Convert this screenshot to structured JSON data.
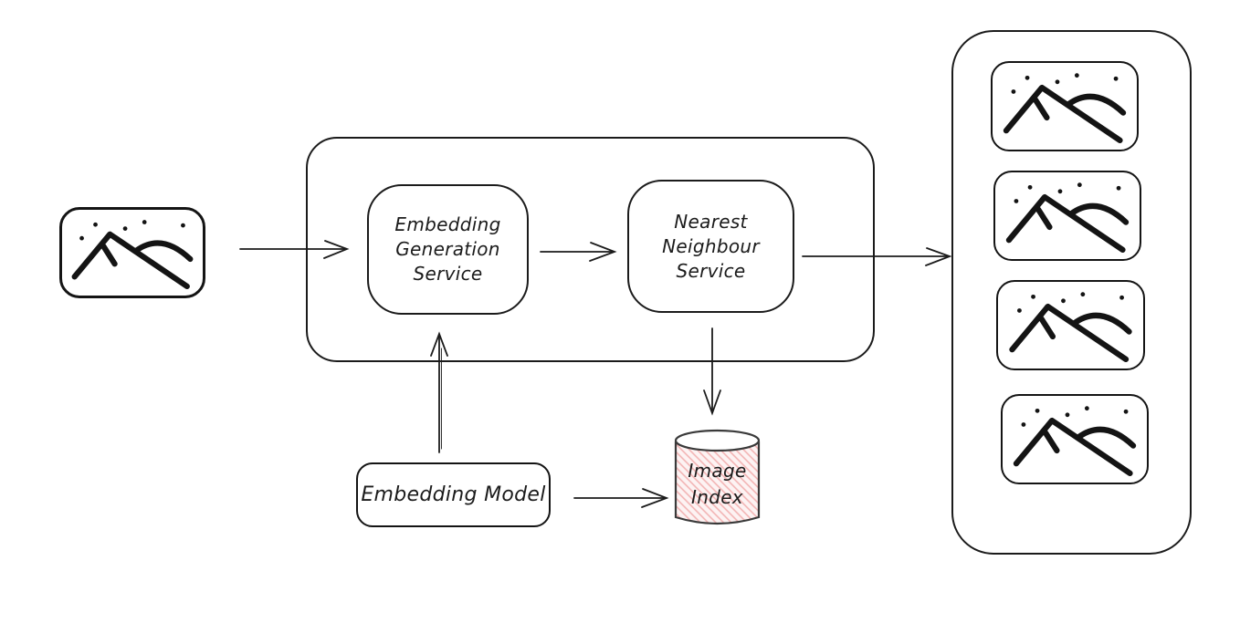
{
  "diagram": {
    "background": "#ffffff",
    "stroke_color": "#1b1b1b",
    "nodes": {
      "query_image": {
        "icon": "mountain-sketch-icon"
      },
      "embedding_generation_service": {
        "lines": [
          "Embedding",
          "Generation",
          "Service"
        ]
      },
      "nearest_neighbour_service": {
        "lines": [
          "Nearest",
          "Neighbour",
          "Service"
        ]
      },
      "embedding_model": {
        "label": "Embedding Model"
      },
      "image_index": {
        "lines": [
          "Image",
          "Index"
        ],
        "fill": "#fdecec",
        "hatch_color": "#f2b0b0"
      },
      "results": {
        "icons": [
          "mountain-sketch-icon",
          "mountain-sketch-icon",
          "mountain-sketch-icon",
          "mountain-sketch-icon"
        ]
      }
    },
    "edges": [
      "query-image -> pipeline",
      "embedding-generation-service -> nearest-neighbour-service",
      "nearest-neighbour-service -> results-panel",
      "embedding-model -> embedding-generation-service",
      "nearest-neighbour-service -> image-index",
      "embedding-model -> image-index"
    ]
  }
}
